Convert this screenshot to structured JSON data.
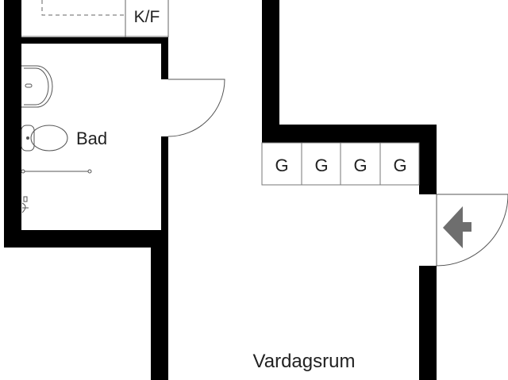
{
  "rooms": {
    "kitchen": "K/F",
    "bathroom": "Bad",
    "living_room": "Vardagsrum"
  },
  "wardrobes": [
    "G",
    "G",
    "G",
    "G"
  ],
  "colors": {
    "wall": "#000000",
    "line": "#555555",
    "arrow": "#6e6e6e"
  },
  "icons": {
    "entrance": "entrance-arrow-icon"
  }
}
